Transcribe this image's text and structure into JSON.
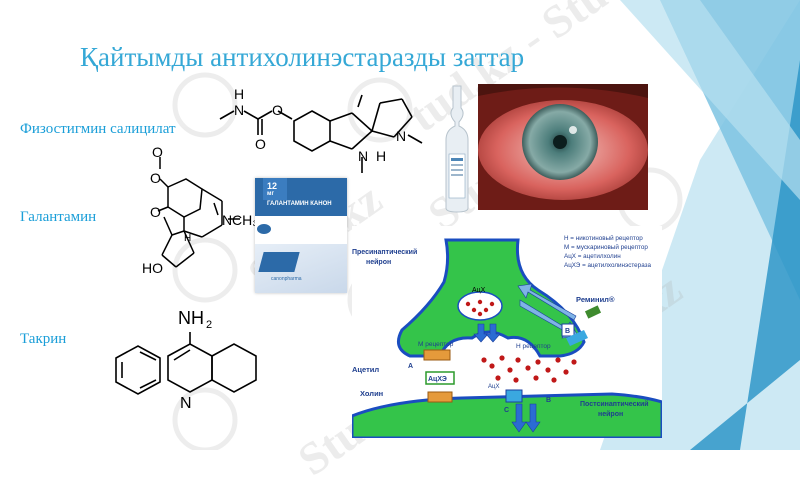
{
  "slide": {
    "title": "Қайтымды антихолинэстаразды заттар",
    "watermark": "Stud.kz",
    "watermark_prefix": "tud.kz - Stud.",
    "accent_colors": {
      "title": "#35a8d6",
      "triangle_light": "#9fd6ea",
      "triangle_dark": "#2f97c8"
    }
  },
  "drugs": [
    {
      "name": "Физостигмин салицилат"
    },
    {
      "name": "Галантамин"
    },
    {
      "name": "Такрин"
    }
  ],
  "structures": {
    "physostigmine": {
      "h": "H",
      "n": "N",
      "o": "O"
    },
    "galantamine": {
      "ome": "O",
      "me": "CH₃",
      "o": "O",
      "n": "N",
      "oh": "HO",
      "h": "H"
    },
    "tacrine": {
      "nh2": "NH",
      "sub2": "2",
      "n": "N"
    }
  },
  "package": {
    "dose": "12",
    "dose_unit": "мг",
    "name": "ГАЛАНТАМИН КАНОН",
    "brand": "canonpharma"
  },
  "diagram": {
    "legend": [
      "Н = никотиновый рецептор",
      "М = мускариновый рецептор",
      "АцХ = ацетилхолин",
      "АцХЭ = ацетилхолинэстераза"
    ],
    "presynaptic": "Пресинаптический нейрон",
    "presynaptic_l1": "Пресинаптический",
    "presynaptic_l2": "нейрон",
    "postsynaptic_l1": "Постсинаптический",
    "postsynaptic_l2": "нейрон",
    "reminyl": "Реминил®",
    "vesicle": "АцХ",
    "m_receptor": "М рецептор",
    "n_receptor": "Н рецептор",
    "acetyl": "Ацетил",
    "choline": "Холин",
    "ache": "АцХЭ",
    "ach_cleft": "АцХ",
    "a": "A",
    "b": "B",
    "c": "C",
    "b2": "B"
  }
}
